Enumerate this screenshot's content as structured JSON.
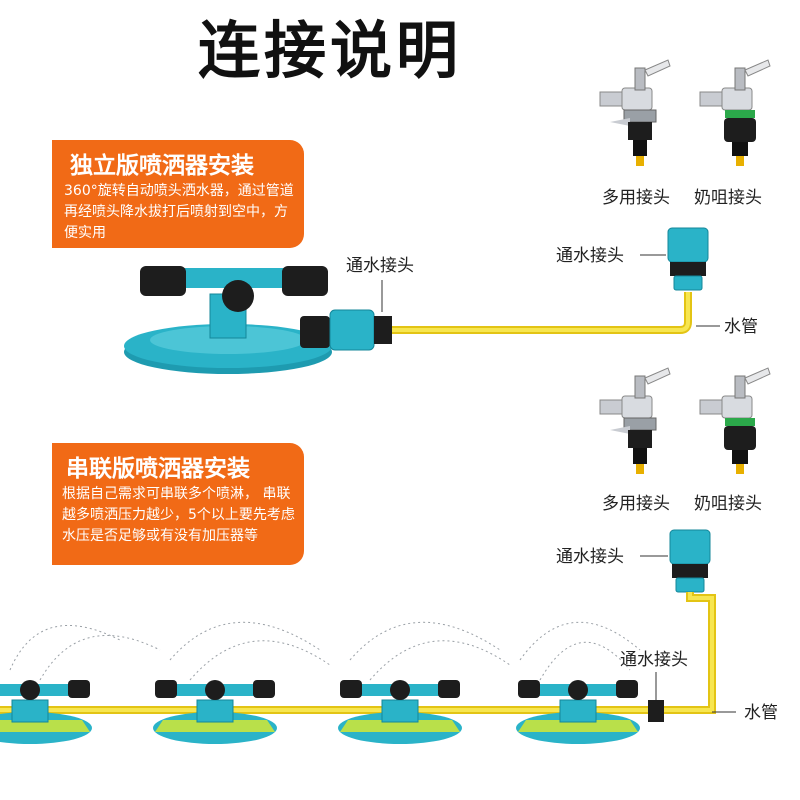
{
  "title": "连接说明",
  "standalone": {
    "heading": "独立版喷洒器安装",
    "desc": "360°旋转自动喷头洒水器，通过管道再经喷头降水拔打后喷射到空中，方便实用"
  },
  "series": {
    "heading": "串联版喷洒器安装",
    "desc": "根据自己需求可串联多个喷淋， 串联越多喷洒压力越少，5个以上要先考虑水压是否足够或有没有加压器等"
  },
  "labels": {
    "multi_connector": "多用接头",
    "nipple_connector": "奶咀接头",
    "water_connector": "通水接头",
    "water_pipe": "水管"
  },
  "colors": {
    "accent": "#f16a16",
    "sprinkler_blue": "#2ab3c8",
    "pipe_yellow": "#f2dc2c",
    "base_green": "#b9e04a"
  }
}
